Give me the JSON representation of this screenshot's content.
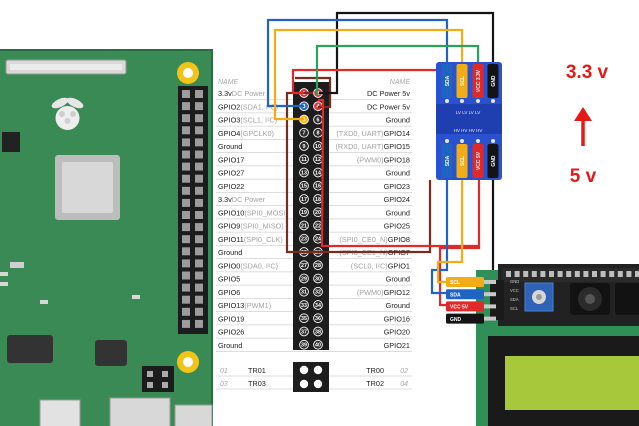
{
  "colors": {
    "board_green": "#3a8a55",
    "pin_red": "#e4393c",
    "pin_blue": "#2e6fc0",
    "pin_yellow": "#f4b518",
    "wire_black": "#141414",
    "wire_red": "#e02a2a",
    "wire_yellow": "#f2ad16",
    "wire_blue": "#1f64c2",
    "wire_green": "#2aa35a",
    "wire_brown": "#7a2a1e",
    "converter_blue": "#2a52d0",
    "lcd_screen": "#a6c83a",
    "voltage_label": "#e41a1a"
  },
  "header": {
    "name_left": "NAME",
    "name_right": "NAME"
  },
  "pins": {
    "left": [
      {
        "name": "3.3v",
        "alt": " DC Power",
        "num": "1"
      },
      {
        "name": "GPIO2",
        "alt": " (SDA1, I²C)",
        "num": "3"
      },
      {
        "name": "GPIO3",
        "alt": " (SCL1, I²C)",
        "num": "5"
      },
      {
        "name": "GPIO4",
        "alt": " (GPCLK0)",
        "num": "7"
      },
      {
        "name": "Ground",
        "alt": "",
        "num": "9"
      },
      {
        "name": "GPIO17",
        "alt": "",
        "num": "11"
      },
      {
        "name": "GPIO27",
        "alt": "",
        "num": "13"
      },
      {
        "name": "GPIO22",
        "alt": "",
        "num": "15"
      },
      {
        "name": "3.3v",
        "alt": " DC Power",
        "num": "17"
      },
      {
        "name": "GPIO10",
        "alt": " (SPI0_MOSI)",
        "num": "19"
      },
      {
        "name": "GPIO9",
        "alt": " (SPI0_MISO)",
        "num": "21"
      },
      {
        "name": "GPIO11",
        "alt": " (SPI0_CLK)",
        "num": "23"
      },
      {
        "name": "Ground",
        "alt": "",
        "num": "25"
      },
      {
        "name": "GPIO0",
        "alt": " (SDA0, I²C)",
        "num": "27"
      },
      {
        "name": "GPIO5",
        "alt": "",
        "num": "29"
      },
      {
        "name": "GPIO6",
        "alt": "",
        "num": "31"
      },
      {
        "name": "GPIO13",
        "alt": " (PWM1)",
        "num": "33"
      },
      {
        "name": "GPIO19",
        "alt": "",
        "num": "35"
      },
      {
        "name": "GPIO26",
        "alt": "",
        "num": "37"
      },
      {
        "name": "Ground",
        "alt": "",
        "num": "39"
      }
    ],
    "right": [
      {
        "name": "DC Power 5v",
        "alt": "",
        "num": "2"
      },
      {
        "name": "DC Power 5v",
        "alt": "",
        "num": "4"
      },
      {
        "name": "Ground",
        "alt": "",
        "num": "6"
      },
      {
        "name": "GPIO14",
        "alt": "(TXD0, UART) ",
        "num": "8"
      },
      {
        "name": "GPIO15",
        "alt": "(RXD0, UART) ",
        "num": "10"
      },
      {
        "name": "GPIO18",
        "alt": "(PWM0) ",
        "num": "12"
      },
      {
        "name": "Ground",
        "alt": "",
        "num": "14"
      },
      {
        "name": "GPIO23",
        "alt": "",
        "num": "16"
      },
      {
        "name": "GPIO24",
        "alt": "",
        "num": "18"
      },
      {
        "name": "Ground",
        "alt": "",
        "num": "20"
      },
      {
        "name": "GPIO25",
        "alt": "",
        "num": "22"
      },
      {
        "name": "GPIO8",
        "alt": "(SPI0_CE0_N) ",
        "num": "24"
      },
      {
        "name": "GPIO7",
        "alt": "(SPI0_CE1_N) ",
        "num": "26"
      },
      {
        "name": "GPIO1",
        "alt": "(SCL0, I²C) ",
        "num": "28"
      },
      {
        "name": "Ground",
        "alt": "",
        "num": "30"
      },
      {
        "name": "GPIO12",
        "alt": "(PWM0) ",
        "num": "32"
      },
      {
        "name": "Ground",
        "alt": "",
        "num": "34"
      },
      {
        "name": "GPIO16",
        "alt": "",
        "num": "36"
      },
      {
        "name": "GPIO20",
        "alt": "",
        "num": "38"
      },
      {
        "name": "GPIO21",
        "alt": "",
        "num": "40"
      }
    ]
  },
  "tr_pins": {
    "left": [
      {
        "num": "01",
        "name": "TR01"
      },
      {
        "num": "03",
        "name": "TR03"
      }
    ],
    "right": [
      {
        "num": "02",
        "name": "TR00"
      },
      {
        "num": "04",
        "name": "TR02"
      }
    ]
  },
  "converter": {
    "top_labels": [
      "SDA",
      "SCL",
      "VCC 3.3V",
      "GND"
    ],
    "bottom_labels": [
      "SDA",
      "SCL",
      "VCC 5V",
      "GND"
    ]
  },
  "lcd_module": {
    "labels": [
      "SCL",
      "SDA",
      "VCC 5V",
      "GND"
    ],
    "connector_labels": [
      "GND",
      "VCC",
      "SDA",
      "SCL"
    ]
  },
  "voltage": {
    "high": "3.3 v",
    "low": "5 v",
    "arrow": "up-arrow-icon"
  }
}
